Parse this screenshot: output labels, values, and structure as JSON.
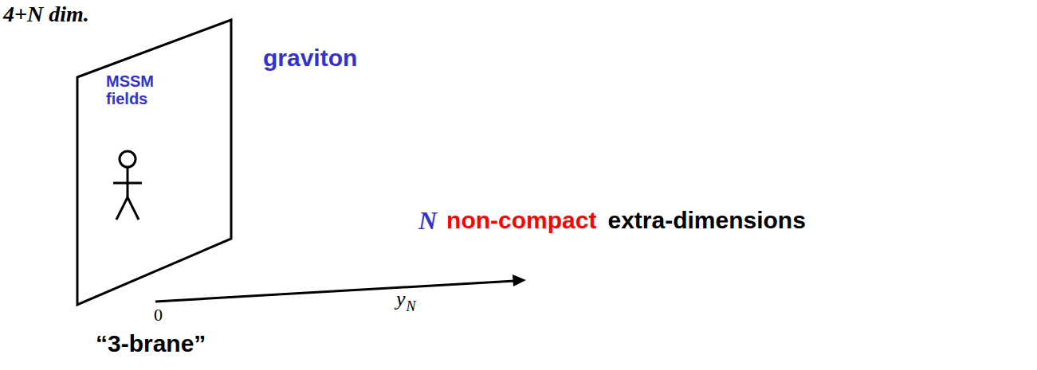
{
  "diagram": {
    "nodes": [
      {
        "text": [
          "MSSM fields"
        ]
      }
    ],
    "labels": [
      "4+N dim.",
      "graviton",
      "N",
      "non-compact",
      "extra-dimensions",
      "0",
      "y",
      "N",
      "“3-brane”"
    ]
  }
}
